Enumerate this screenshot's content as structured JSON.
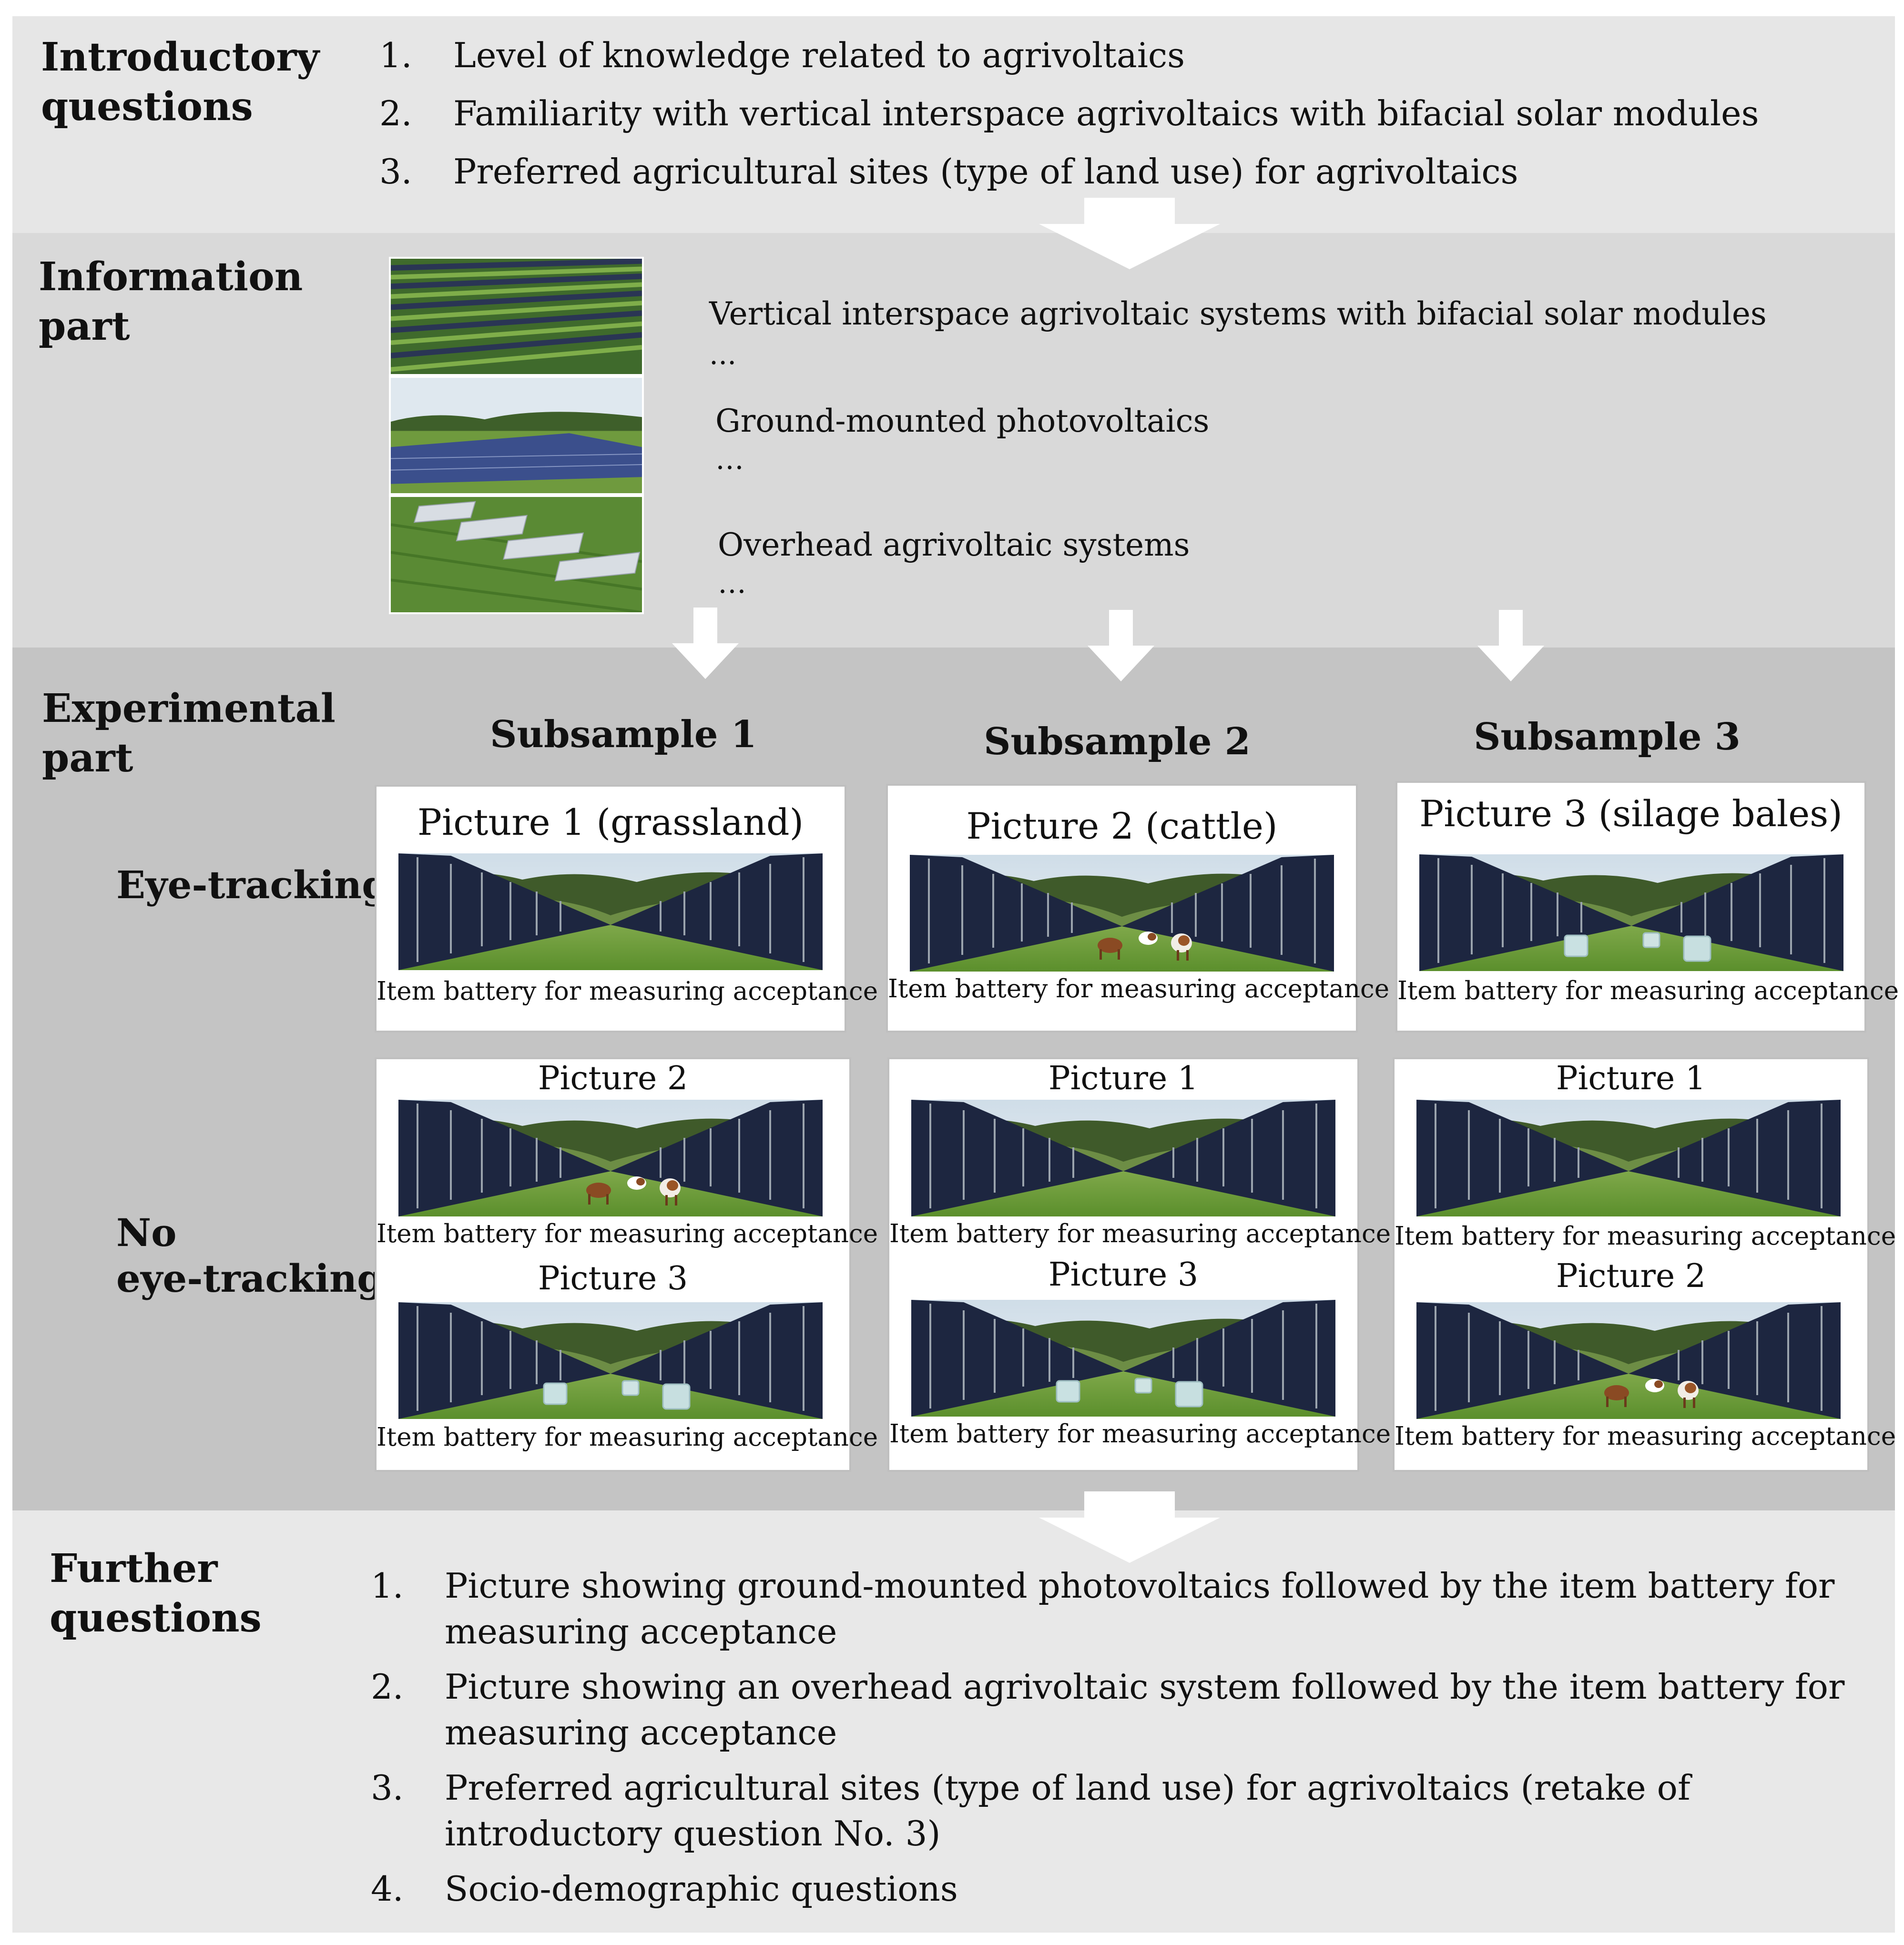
{
  "introductory": {
    "title_line1": "Introductory",
    "title_line2": "questions",
    "items": [
      {
        "num": "1.",
        "text": "Level of knowledge related to agrivoltaics"
      },
      {
        "num": "2.",
        "text": "Familiarity with vertical interspace agrivoltaics with bifacial solar modules"
      },
      {
        "num": "3.",
        "text": "Preferred agricultural sites (type of land use) for agrivoltaics"
      }
    ]
  },
  "information": {
    "title_line1": "Information",
    "title_line2": "part",
    "items": [
      {
        "text": "Vertical interspace agrivoltaic systems with bifacial solar modules",
        "ellipsis": "..."
      },
      {
        "text": "Ground-mounted photovoltaics",
        "ellipsis": "…"
      },
      {
        "text": "Overhead agrivoltaic systems",
        "ellipsis": "…"
      }
    ]
  },
  "experimental": {
    "title_line1": "Experimental",
    "title_line2": "part",
    "eye_tracking_label": "Eye-tracking",
    "no_eye_line1": "No",
    "no_eye_line2": "eye-tracking",
    "item_battery": "Item battery for measuring acceptance",
    "subsamples": [
      {
        "title": "Subsample 1",
        "eye_picture": "Picture 1 (grassland)",
        "no_eye_pictures": [
          "Picture 2",
          "Picture 3"
        ]
      },
      {
        "title": "Subsample 2",
        "eye_picture": "Picture 2 (cattle)",
        "no_eye_pictures": [
          "Picture 1",
          "Picture 3"
        ]
      },
      {
        "title": "Subsample 3",
        "eye_picture": "Picture 3 (silage bales)",
        "no_eye_pictures": [
          "Picture 1",
          "Picture 2"
        ]
      }
    ]
  },
  "further": {
    "title_line1": "Further",
    "title_line2": "questions",
    "items": [
      {
        "num": "1.",
        "text": "Picture showing ground-mounted photovoltaics followed by the item battery for measuring acceptance"
      },
      {
        "num": "2.",
        "text": "Picture showing an overhead agrivoltaic system followed by the item battery for measuring acceptance"
      },
      {
        "num": "3.",
        "text": "Preferred agricultural sites (type of land use) for agrivoltaics (retake of introductory question No. 3)"
      },
      {
        "num": "4.",
        "text": "Socio-demographic questions"
      }
    ]
  },
  "colors": {
    "intro_band": "#e6e6e6",
    "info_band": "#d9d9d9",
    "exp_band": "#c4c4c4",
    "further_band": "#e8e8e8",
    "arrow": "#ffffff"
  }
}
